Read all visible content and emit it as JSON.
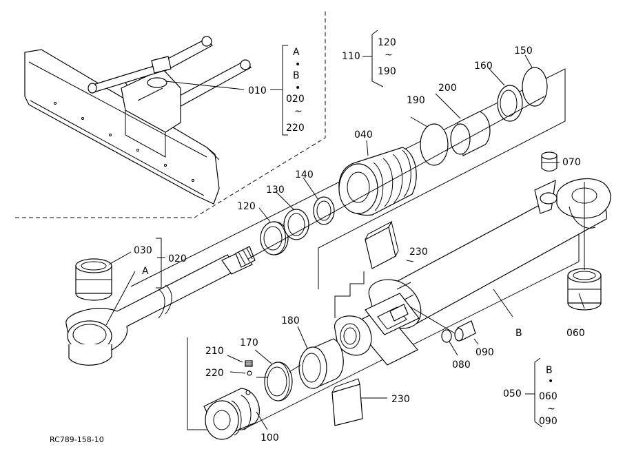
{
  "drawing_id": "RC789-158-10",
  "callouts": {
    "p010": "010",
    "p020_a": "020",
    "p030": "030",
    "p040": "040",
    "p050": "050",
    "p060": "060",
    "p070": "070",
    "p080": "080",
    "p090": "090",
    "p100": "100",
    "p110": "110",
    "p120": "120",
    "p130": "130",
    "p140": "140",
    "p150": "150",
    "p160": "160",
    "p170": "170",
    "p180": "180",
    "p190": "190",
    "p200": "200",
    "p210": "210",
    "p220": "220",
    "p230_top": "230",
    "p230_bottom": "230",
    "label_a": "A",
    "label_b": "B"
  },
  "brackets": {
    "group_010": {
      "line1": "A",
      "dot1": "•",
      "line2": "B",
      "dot2": "•",
      "line3": "020",
      "tilde": "~",
      "line4": "220"
    },
    "group_110": {
      "line1": "120",
      "tilde": "~",
      "line2": "190"
    },
    "group_050": {
      "line1": "B",
      "dot": "•",
      "line2": "060",
      "tilde": "~",
      "line3": "090"
    }
  },
  "colors": {
    "ink": "#000000",
    "paper": "#ffffff"
  }
}
